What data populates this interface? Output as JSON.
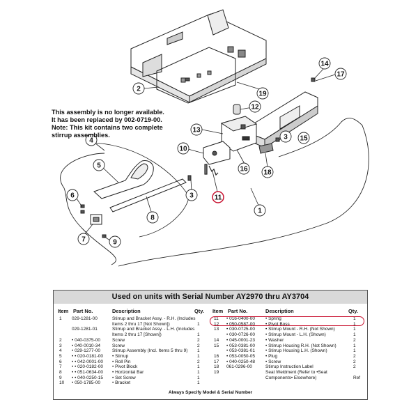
{
  "callouts": [
    "1",
    "2",
    "3",
    "3",
    "4",
    "5",
    "6",
    "7",
    "8",
    "9",
    "10",
    "11",
    "12",
    "13",
    "14",
    "15",
    "16",
    "17",
    "18",
    "19"
  ],
  "note": {
    "line1": "This assembly is no longer available.",
    "line2": "It has been replaced by 002-0719-00.",
    "line3": "Note: This kit contains two complete",
    "line4": "stirrup assemblies."
  },
  "panel": {
    "title": "Used on units with Serial Number AY2970 thru AY3704",
    "headers": {
      "item": "Item",
      "part": "Part No.",
      "desc": "Description",
      "qty": "Qty."
    },
    "left_rows": [
      {
        "item": "1",
        "part": "029-1281-00",
        "desc": "Stirrup and Bracket Assy. - R.H. (Includes",
        "qty": ""
      },
      {
        "item": "",
        "part": "",
        "desc": "Items 2 thru 17 [Not Shown])",
        "qty": "1"
      },
      {
        "item": "",
        "part": "029-1281-01",
        "desc": "Stirrup and Bracket Assy. - L.H. (Includes",
        "qty": ""
      },
      {
        "item": "",
        "part": "",
        "desc": "Items 2 thru 17 [Shown])",
        "qty": "1"
      },
      {
        "item": "2",
        "part": "• 040-0375-00",
        "desc": "Screw",
        "qty": "2"
      },
      {
        "item": "3",
        "part": "• 040-0010-34",
        "desc": "Screw",
        "qty": "2"
      },
      {
        "item": "4",
        "part": "• 029-1277-00",
        "desc": "Stirrup Assembly (Incl. Items 5 thru 9)",
        "qty": "1"
      },
      {
        "item": "5",
        "part": "• • 020-0181-00",
        "desc": "• Stirrup",
        "qty": "1"
      },
      {
        "item": "6",
        "part": "• • 042-0001-00",
        "desc": "• Roll Pin",
        "qty": "2"
      },
      {
        "item": "7",
        "part": "• • 020-0182-00",
        "desc": "• Pivot Block",
        "qty": "1"
      },
      {
        "item": "8",
        "part": "• • 051-0634-00",
        "desc": "• Horizontal Bar",
        "qty": "1"
      },
      {
        "item": "9",
        "part": "• • 040-0250-15",
        "desc": "• Set Screw",
        "qty": "1"
      },
      {
        "item": "10",
        "part": "• 050-1785-00",
        "desc": "• Bracket",
        "qty": "1"
      }
    ],
    "right_rows": [
      {
        "item": "11",
        "part": "• 016-0400-00",
        "desc": "• Spring",
        "qty": "1"
      },
      {
        "item": "12",
        "part": "• 050-0587-00",
        "desc": "• Pivot Boss",
        "qty": "1"
      },
      {
        "item": "13",
        "part": "• 030-0725-00",
        "desc": "• Stirrup Mount - R.H. (Not Shown)",
        "qty": "1"
      },
      {
        "item": "",
        "part": "• 030-0726-00",
        "desc": "• Stirrup Mount - L.H. (Shown)",
        "qty": "1"
      },
      {
        "item": "14",
        "part": "• 045-0001-23",
        "desc": "• Washer",
        "qty": "2"
      },
      {
        "item": "15",
        "part": "• 053-0381-00",
        "desc": "• Stirrup Housing R.H. (Not Shown)",
        "qty": "1"
      },
      {
        "item": "",
        "part": "• 053-0381-01",
        "desc": "• Stirrup Housing L.H. (Shown)",
        "qty": "1"
      },
      {
        "item": "16",
        "part": "• 053-0050-05",
        "desc": "• Plug",
        "qty": "2"
      },
      {
        "item": "17",
        "part": "• 040-0250-48",
        "desc": "• Screw",
        "qty": "2"
      },
      {
        "item": "18",
        "part": "061-0296-00",
        "desc": "Stirrup Instruction Label",
        "qty": "2"
      },
      {
        "item": "19",
        "part": "",
        "desc": "Seat Weldment (Refer to •Seat",
        "qty": ""
      },
      {
        "item": "",
        "part": "",
        "desc": "Components• Elsewhere)",
        "qty": "Ref"
      }
    ],
    "footer": "Always Specify Model & Serial Number"
  },
  "colors": {
    "highlight": "#c8102e",
    "panel_header": "#d9d9d9"
  }
}
